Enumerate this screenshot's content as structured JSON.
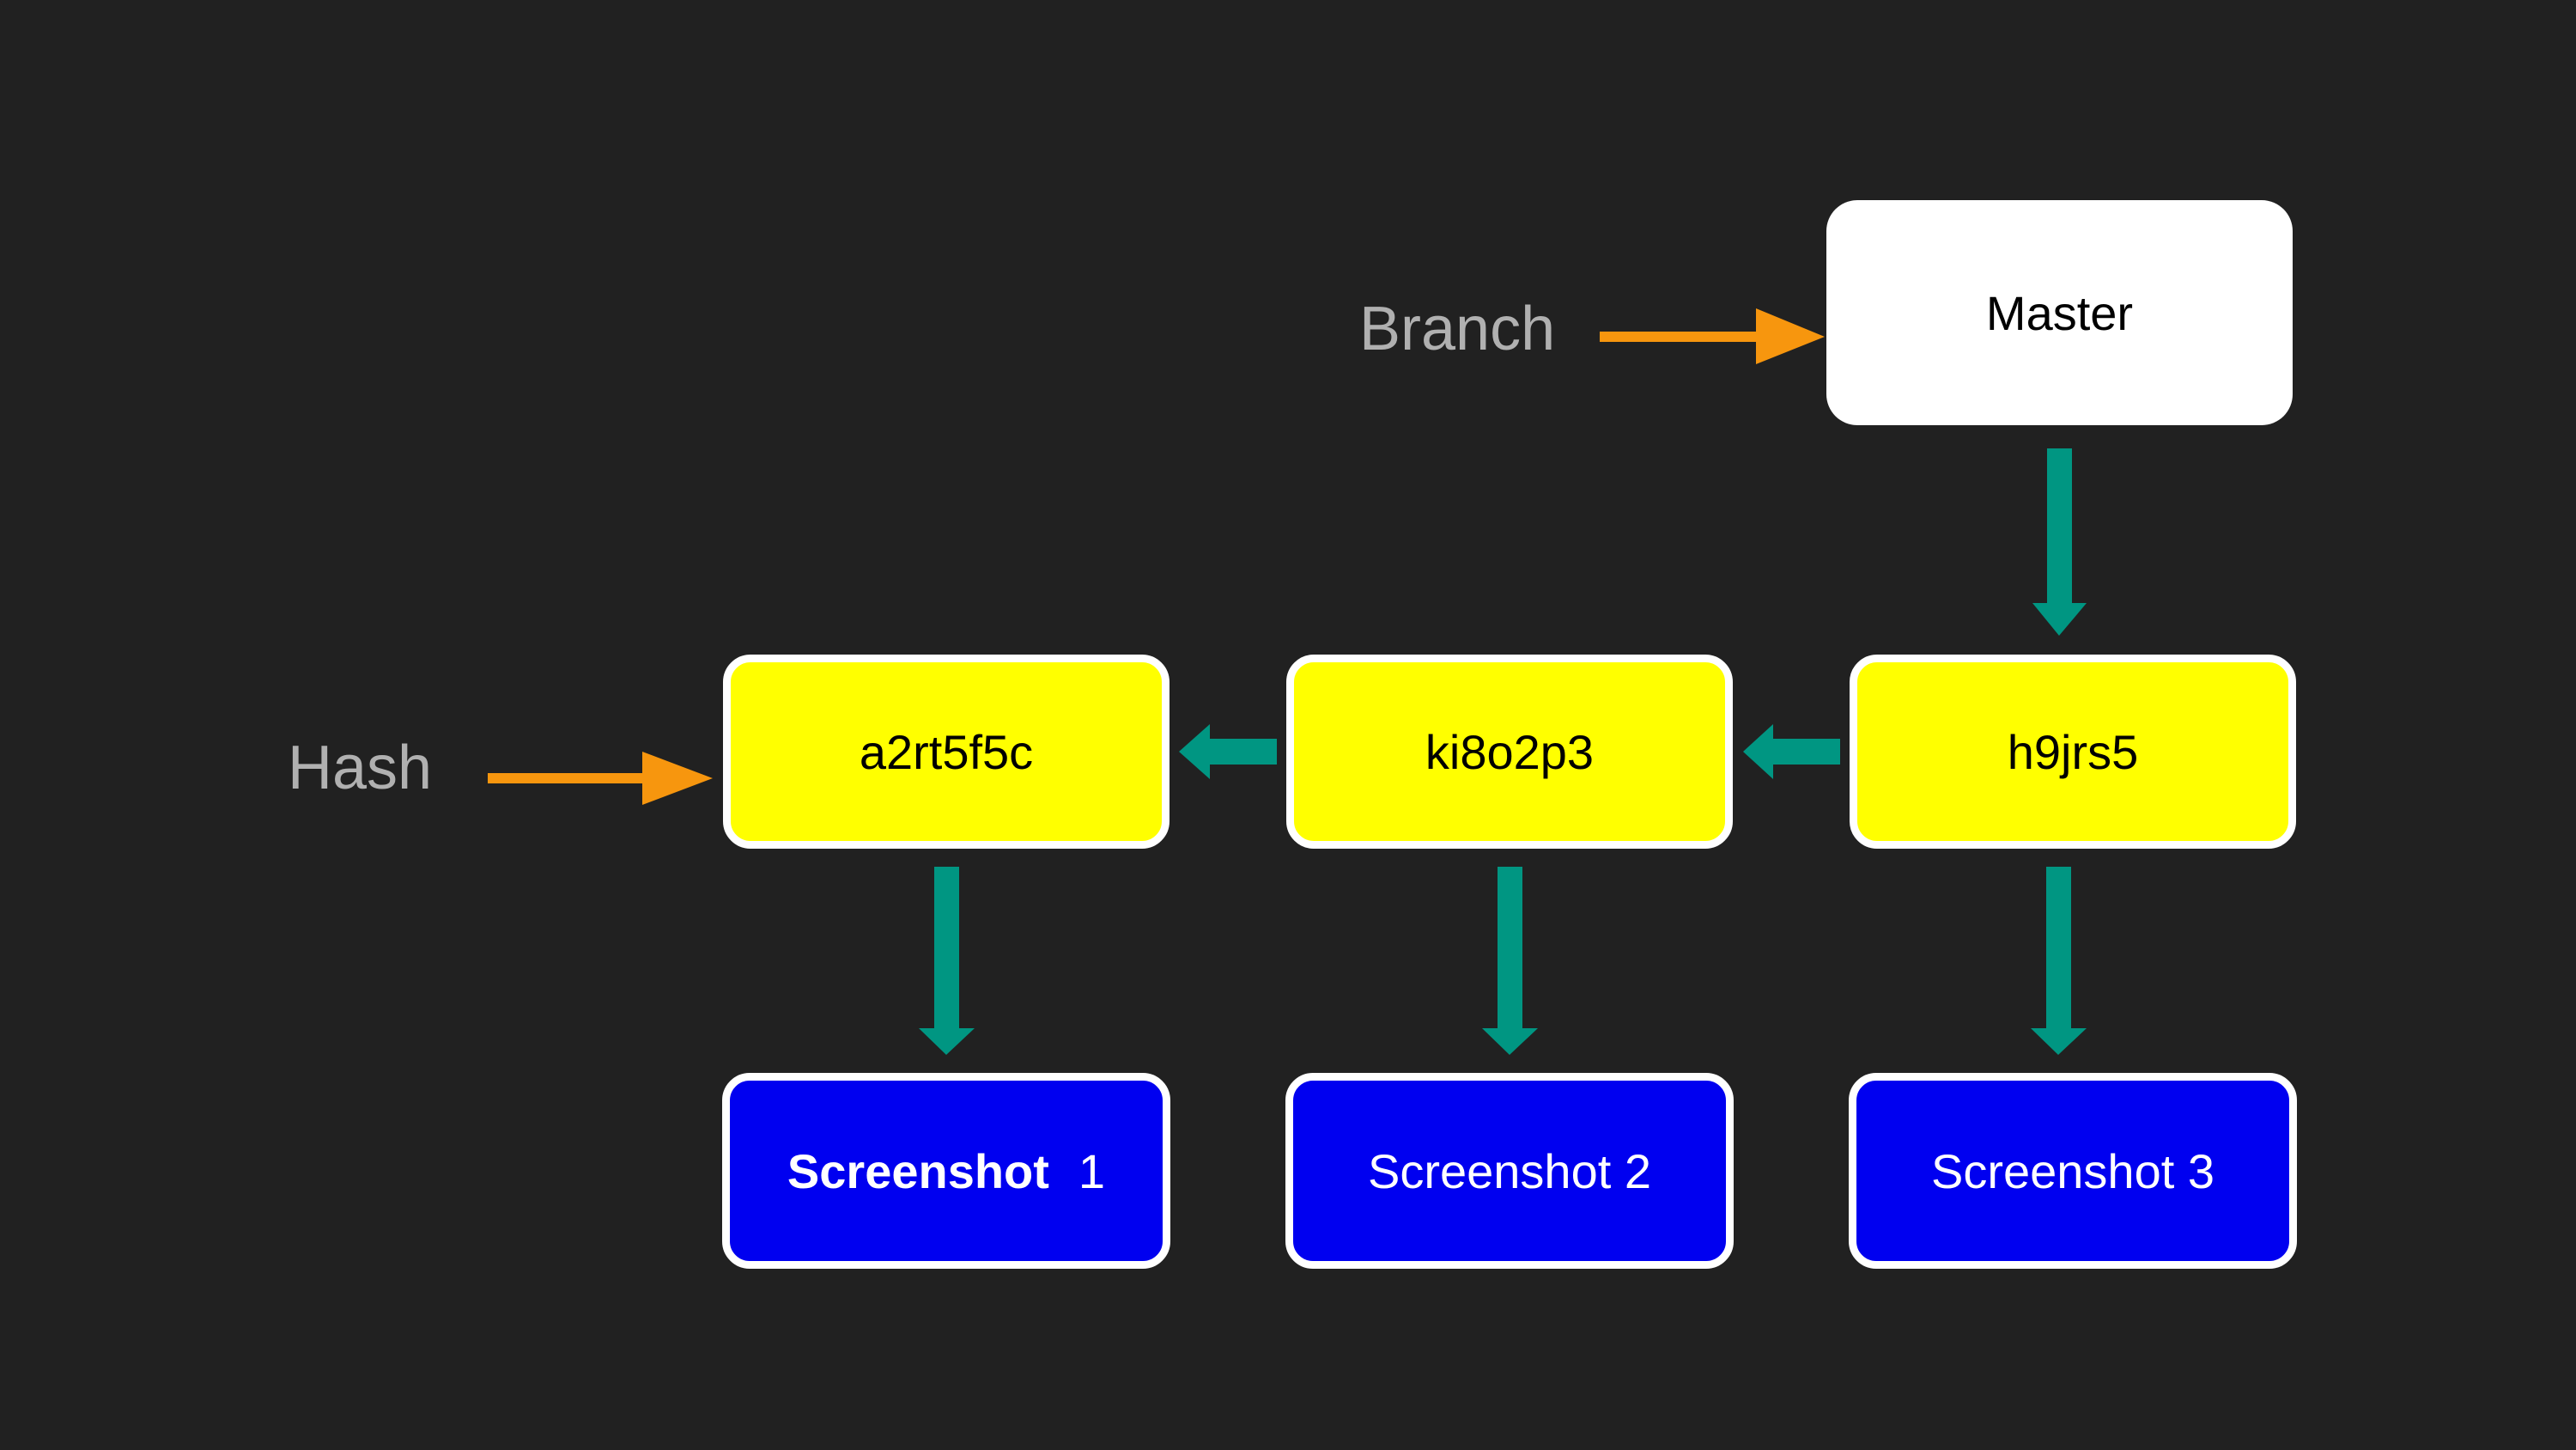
{
  "labels": {
    "branch": "Branch",
    "hash": "Hash"
  },
  "branch_node": {
    "label": "Master"
  },
  "commits": [
    {
      "hash": "a2rt5f5c"
    },
    {
      "hash": "ki8o2p3"
    },
    {
      "hash": "h9jrs5"
    }
  ],
  "screenshots": [
    {
      "word": "Screenshot",
      "number": "1"
    },
    {
      "label": "Screenshot 2"
    },
    {
      "label": "Screenshot 3"
    }
  ],
  "colors": {
    "background": "#212121",
    "pointer_arrow": "#f7960e",
    "link_arrow": "#009682",
    "commit_fill": "#ffff00",
    "screenshot_fill": "#0000f0",
    "branch_fill": "#ffffff",
    "label_text": "#b0b0b0"
  }
}
